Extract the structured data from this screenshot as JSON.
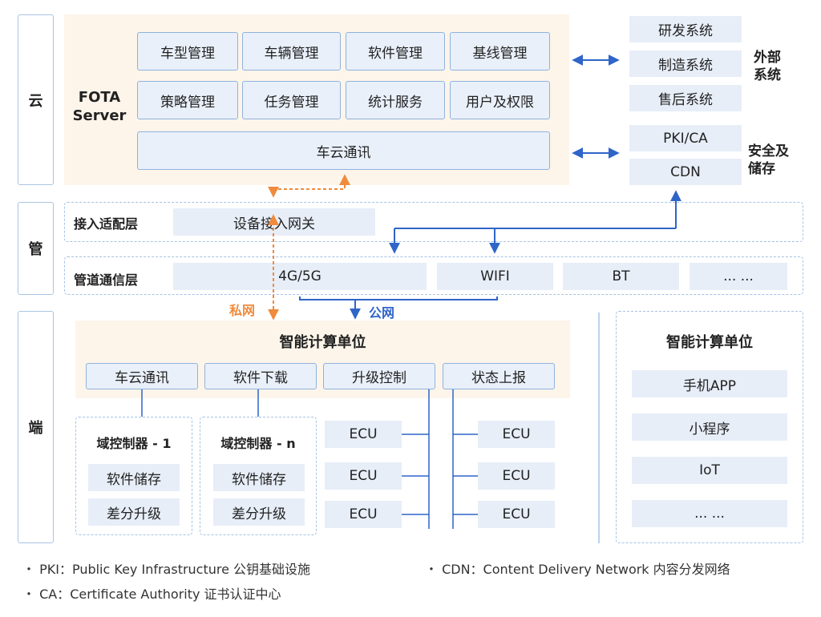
{
  "tiers": {
    "cloud": "云",
    "pipe": "管",
    "end": "端"
  },
  "fota": {
    "title_line1": "FOTA",
    "title_line2": "Server",
    "modules": [
      "车型管理",
      "车辆管理",
      "软件管理",
      "基线管理",
      "策略管理",
      "任务管理",
      "统计服务",
      "用户及权限"
    ],
    "comm": "车云通讯"
  },
  "external": {
    "items": [
      "研发系统",
      "制造系统",
      "售后系统"
    ],
    "label_line1": "外部",
    "label_line2": "系统"
  },
  "security": {
    "items": [
      "PKI/CA",
      "CDN"
    ],
    "label_line1": "安全及",
    "label_line2": "储存"
  },
  "access_layer": {
    "label": "接入适配层",
    "gateway": "设备接入网关"
  },
  "comm_layer": {
    "label": "管道通信层",
    "channels": [
      "4G/5G",
      "WIFI",
      "BT",
      "... ..."
    ]
  },
  "network": {
    "private": "私网",
    "public": "公网"
  },
  "vehicle_unit": {
    "title": "智能计算单位",
    "functions": [
      "车云通讯",
      "软件下载",
      "升级控制",
      "状态上报"
    ],
    "domains": [
      {
        "name": "域控制器 - 1",
        "items": [
          "软件储存",
          "差分升级"
        ]
      },
      {
        "name": "域控制器 - n",
        "items": [
          "软件储存",
          "差分升级"
        ]
      }
    ],
    "ecu_label": "ECU"
  },
  "other_unit": {
    "title": "智能计算单位",
    "items": [
      "手机APP",
      "小程序",
      "IoT",
      "... ..."
    ]
  },
  "notes": {
    "pki": "・ PKI：Public Key Infrastructure 公钥基础设施",
    "cdn": "・ CDN：Content Delivery Network 内容分发网络",
    "ca": "・ CA：Certificate Authority  证书认证中心"
  },
  "colors": {
    "blue_line": "#2f65c8",
    "orange": "#f08a3c",
    "box_fill": "#e7eef8",
    "cream": "#fdf5ea"
  }
}
